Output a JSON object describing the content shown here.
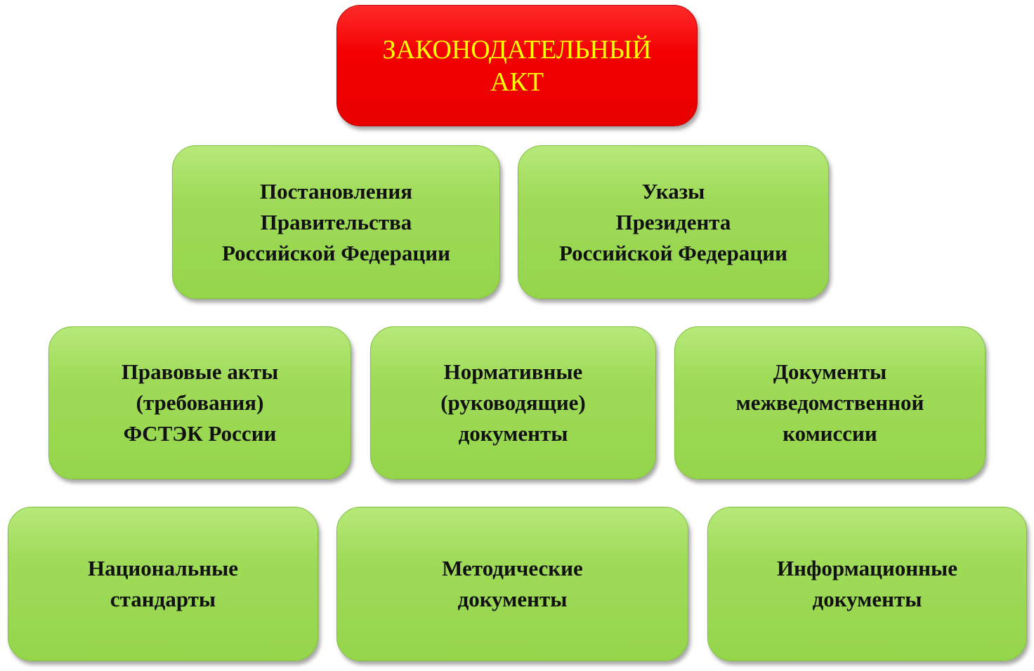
{
  "top": {
    "lines": [
      "ЗАКОНОДАТЕЛЬНЫЙ",
      "АКТ"
    ],
    "fill_color": "#ff0000",
    "text_color": "#ffff00"
  },
  "level2": [
    {
      "lines": [
        "Постановления",
        "Правительства",
        "Российской Федерации"
      ]
    },
    {
      "lines": [
        "Указы",
        "Президента",
        "Российской Федерации"
      ]
    }
  ],
  "level3": [
    {
      "lines": [
        "Правовые акты",
        "(требования)",
        "ФСТЭК России"
      ]
    },
    {
      "lines": [
        "Нормативные",
        "(руководящие)",
        "документы"
      ]
    },
    {
      "lines": [
        "Документы",
        "межведомственной",
        "комиссии"
      ]
    }
  ],
  "level4": [
    {
      "lines": [
        "Национальные",
        "стандарты"
      ]
    },
    {
      "lines": [
        "Методические",
        "документы"
      ]
    },
    {
      "lines": [
        "Информационные",
        "документы"
      ]
    }
  ],
  "box_color": "#9fdb58"
}
